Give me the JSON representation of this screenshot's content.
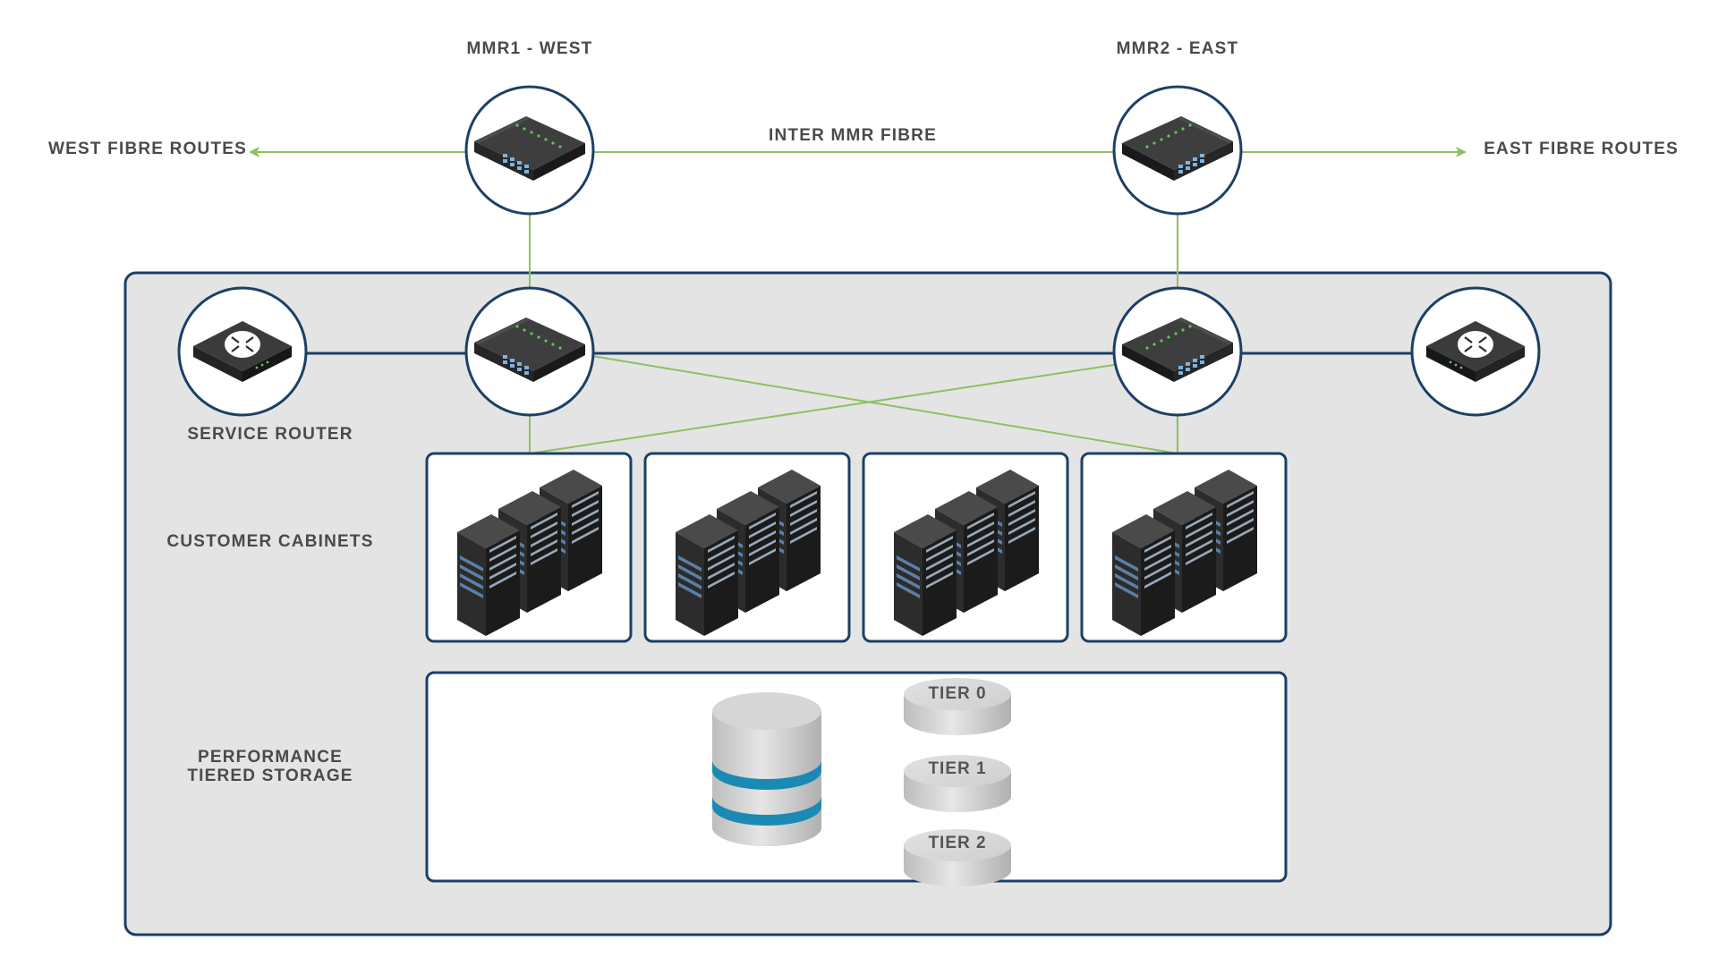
{
  "labels": {
    "mmr1": "MMR1 - WEST",
    "mmr2": "MMR2 - EAST",
    "west_routes": "WEST FIBRE ROUTES",
    "east_routes": "EAST FIBRE ROUTES",
    "inter_mmr": "INTER MMR FIBRE",
    "service_router": "SERVICE ROUTER",
    "customer_cabinets": "CUSTOMER CABINETS",
    "storage_line1": "PERFORMANCE",
    "storage_line2": "TIERED STORAGE"
  },
  "storage_tiers": [
    "TIER 0",
    "TIER 1",
    "TIER 2"
  ],
  "colors": {
    "navy": "#1c3f66",
    "fibre_green": "#8dc063",
    "datacenter_bg": "#e4e4e4",
    "storage_band": "#1a8ab5"
  },
  "icons": {
    "switch": "network-switch-icon",
    "router": "service-router-icon",
    "server": "server-rack-icon",
    "database": "database-stack-icon",
    "tier_disk": "tier-disk-icon"
  }
}
